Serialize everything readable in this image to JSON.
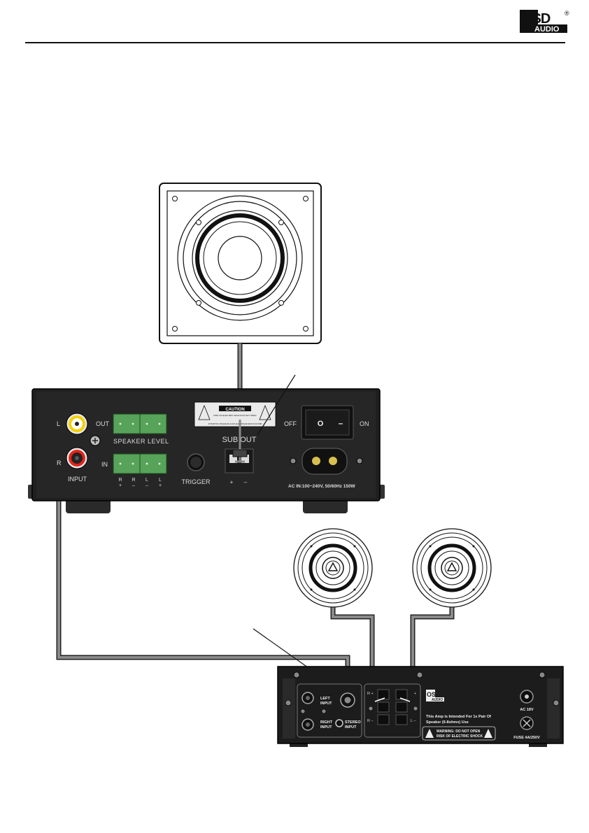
{
  "brand": {
    "logo_top": "OSD",
    "logo_bottom": "AUDIO",
    "registered": "®"
  },
  "amp": {
    "in_label": "IN",
    "out_label": "OUT",
    "input_label": "INPUT",
    "channel_l": "L",
    "channel_r": "R",
    "speaker_level": "SPEAKER LEVEL",
    "in_terminal_letters": [
      "R",
      "R",
      "L",
      "L"
    ],
    "in_terminal_signs": [
      "+",
      "–",
      "–",
      "+"
    ],
    "trigger": "TRIGGER",
    "caution": "CAUTION",
    "caution_small": "RISK OF ELECTRIC SHOCK DO NOT OPEN",
    "caution_fine": "ATTENTION: RISQUE DE CHOC ELECTRIQUE NE PAS OUVRIR",
    "sub_out": "SUB OUT",
    "sub_plus": "+",
    "sub_minus": "–",
    "off": "OFF",
    "on": "ON",
    "switch_off_symbol": "O",
    "switch_on_symbol": "–",
    "ac_in": "AC IN:100~240V, 50/60Hz 150W"
  },
  "mini_amp": {
    "left_input": [
      "LEFT",
      "INPUT"
    ],
    "right_input": [
      "RIGHT",
      "INPUT"
    ],
    "stereo_input": [
      "STEREO",
      "INPUT"
    ],
    "r_plus": "R +",
    "r_minus": "R –",
    "l_plus": "+",
    "l_minus": "L –",
    "logo_top": "OSD",
    "logo_bottom": "AUDIO",
    "note": [
      "This Amp is Intended For 1x Pair Of",
      "Speaker (6-8ohms) Use"
    ],
    "warning": [
      "WARNING:  DO NOT OPEN",
      "RISK OF ELECTRIC SHOCK"
    ],
    "ac": "AC 18V",
    "fuse": "FUSE 4A/250V"
  }
}
